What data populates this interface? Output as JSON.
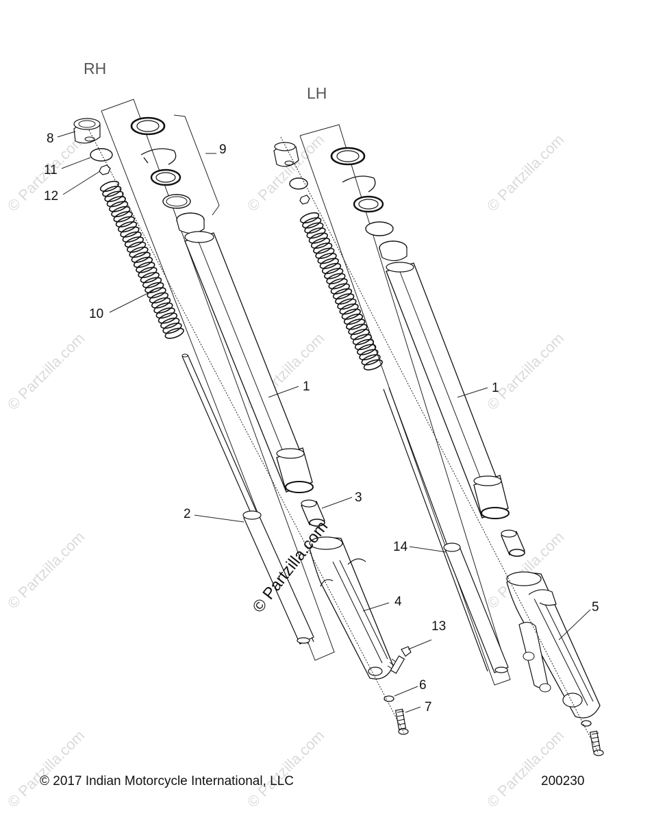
{
  "side_labels": {
    "rh": "RH",
    "lh": "LH"
  },
  "callouts": {
    "c1a": "1",
    "c1b": "1",
    "c2": "2",
    "c3": "3",
    "c4": "4",
    "c5": "5",
    "c6": "6",
    "c7": "7",
    "c8": "8",
    "c9": "9",
    "c10": "10",
    "c11": "11",
    "c12": "12",
    "c13": "13",
    "c14": "14"
  },
  "watermark": "© Partzilla.com",
  "footer": {
    "copyright": "© 2017 Indian Motorcycle International, LLC",
    "diagram_number": "200230"
  }
}
